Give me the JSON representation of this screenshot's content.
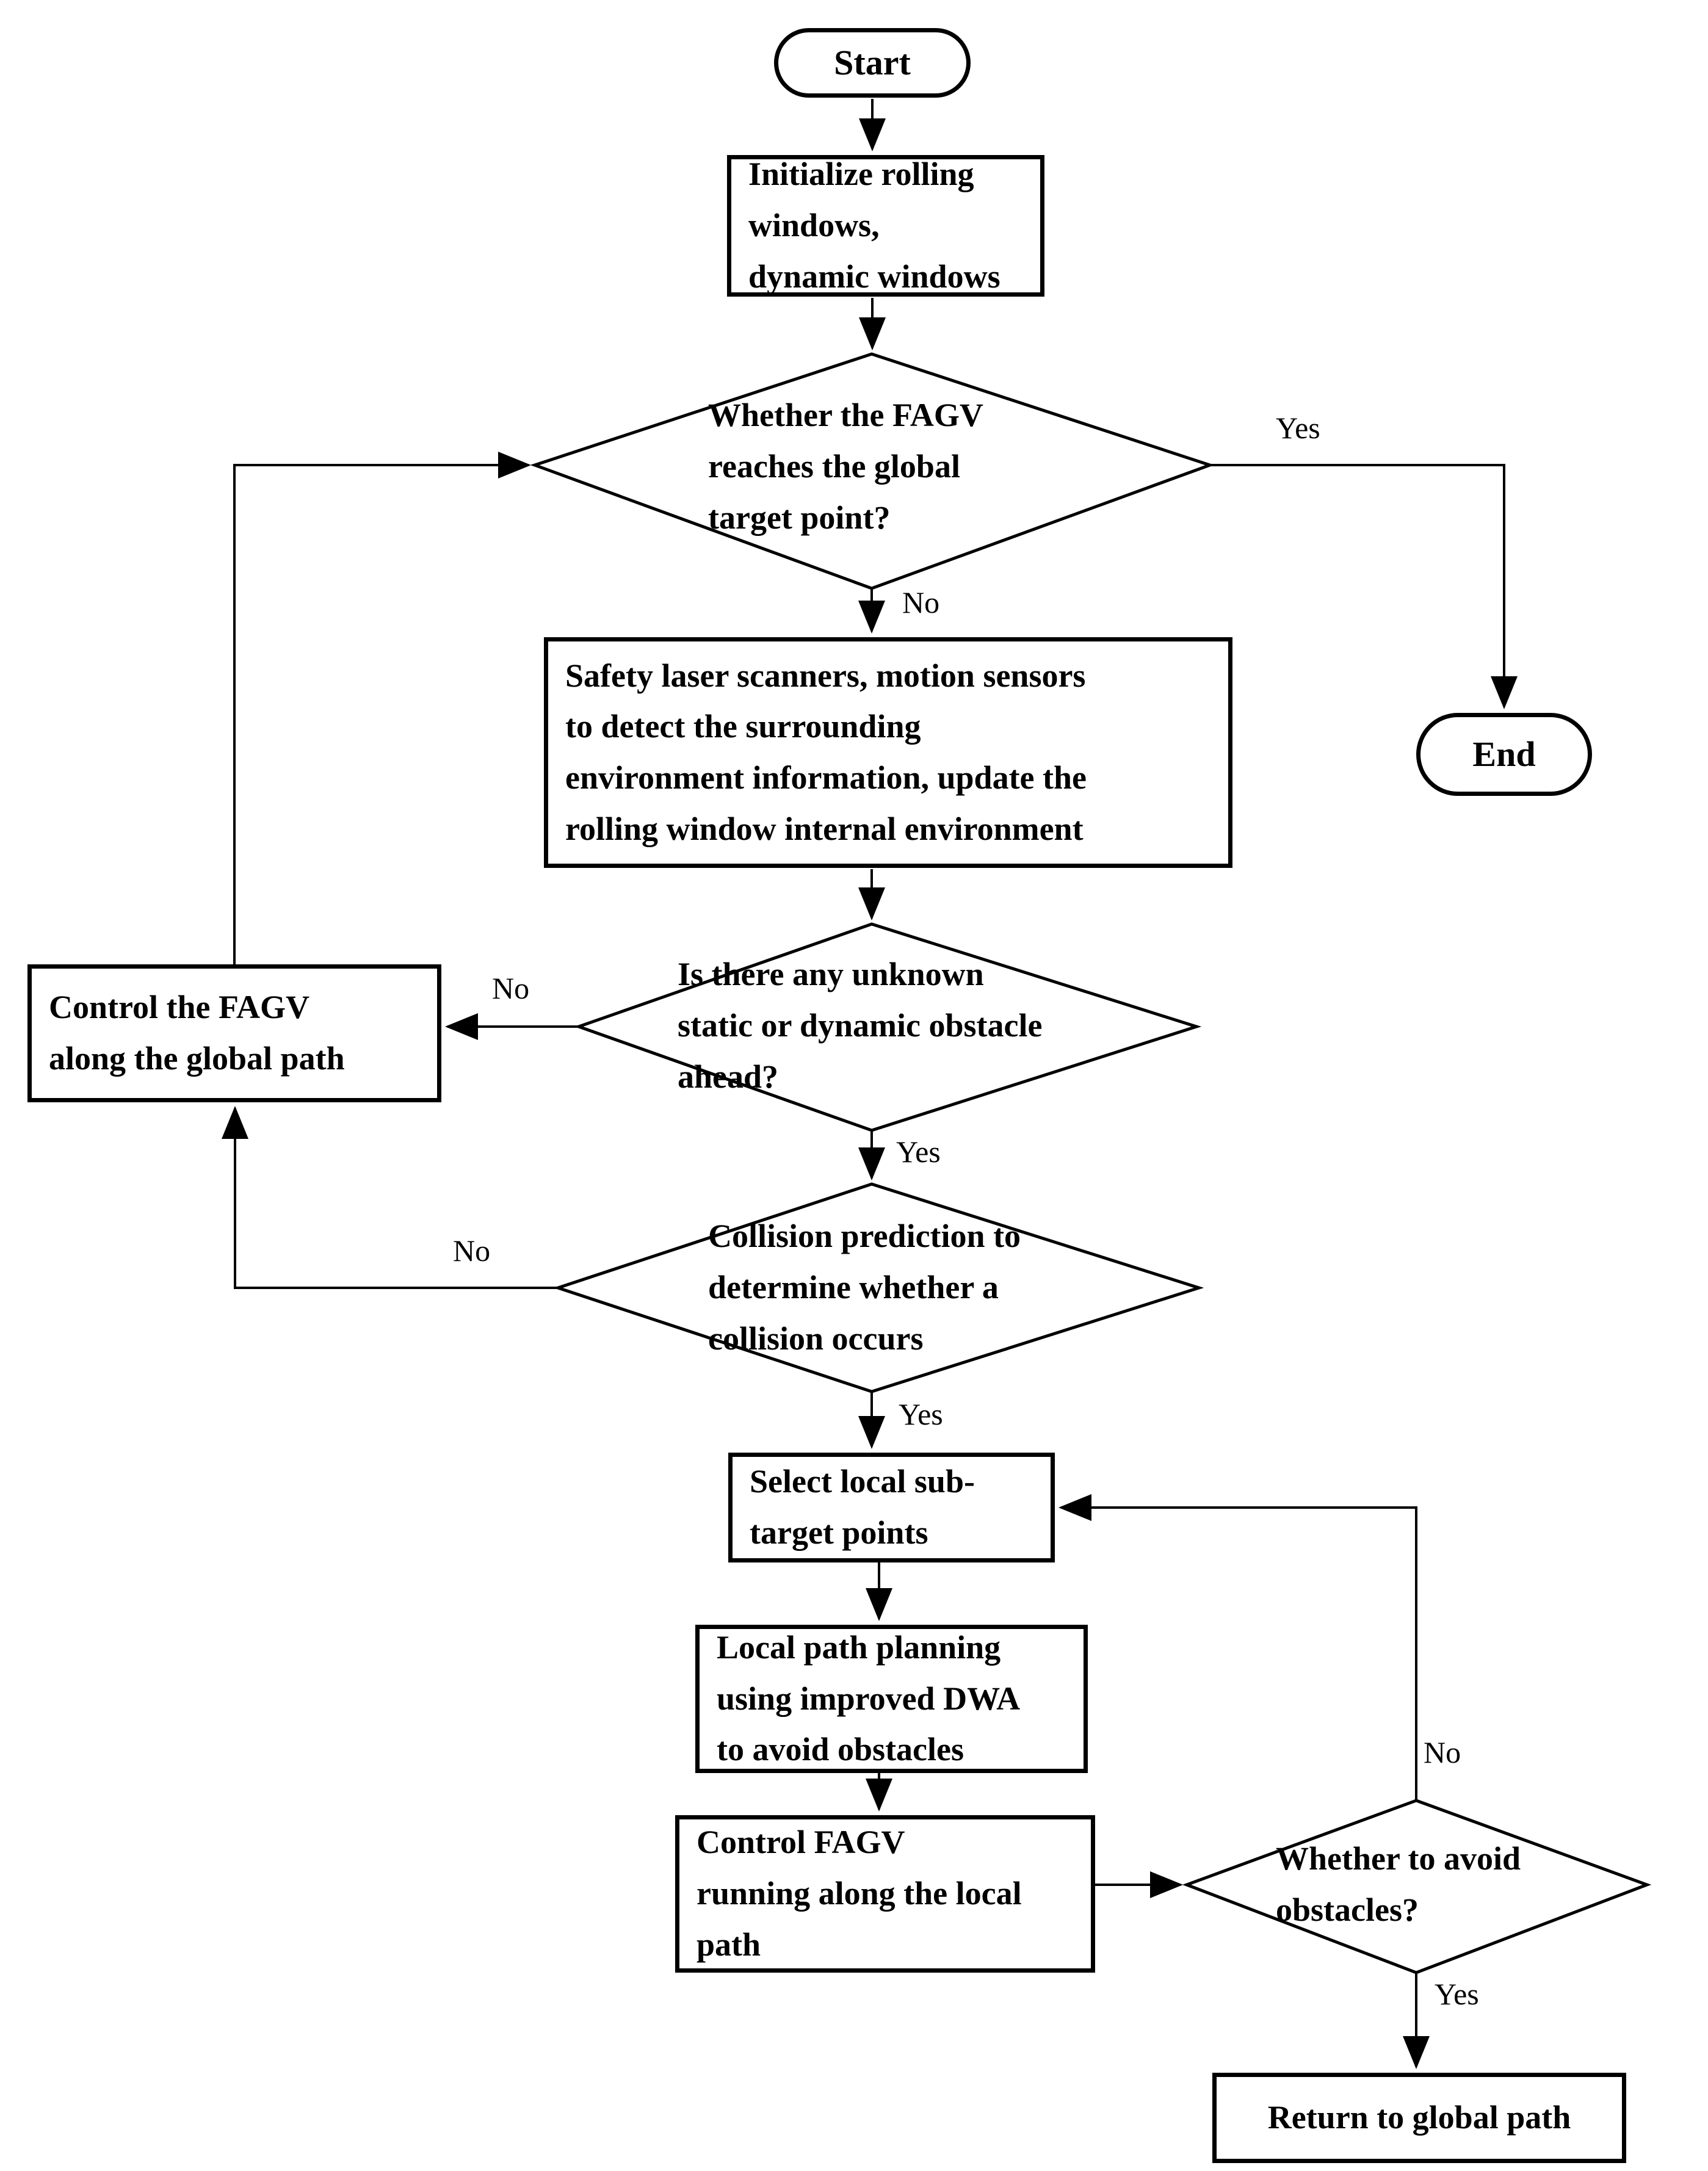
{
  "diagram": {
    "background_color": "#ffffff",
    "line_color": "#000000",
    "text_color": "#000000",
    "nodes": {
      "start": {
        "type": "terminator",
        "label": "Start"
      },
      "init": {
        "type": "process",
        "lines": [
          "Initialize rolling",
          "windows,",
          "dynamic windows"
        ]
      },
      "reach_target": {
        "type": "decision",
        "lines": [
          "Whether the FAGV",
          "reaches the global",
          "target point?"
        ]
      },
      "end": {
        "type": "terminator",
        "label": "End"
      },
      "sense": {
        "type": "process",
        "lines": [
          "Safety laser scanners, motion sensors",
          "to detect the surrounding",
          "environment information, update the",
          "rolling window internal environment"
        ]
      },
      "obstacle_ahead": {
        "type": "decision",
        "lines": [
          "Is there any unknown",
          "static or dynamic obstacle",
          "ahead?"
        ]
      },
      "control_global": {
        "type": "process",
        "lines": [
          "Control the FAGV",
          "along the global path"
        ]
      },
      "collision_predict": {
        "type": "decision",
        "lines": [
          "Collision prediction to",
          "determine whether a",
          "collision occurs"
        ]
      },
      "select_subtarget": {
        "type": "process",
        "lines": [
          "Select local sub-",
          "target points"
        ]
      },
      "local_planning": {
        "type": "process",
        "lines": [
          "Local path planning",
          "using improved DWA",
          "to avoid obstacles"
        ]
      },
      "control_local": {
        "type": "process",
        "lines": [
          "Control FAGV",
          "running along the local",
          "path"
        ]
      },
      "avoid_obstacles": {
        "type": "decision",
        "lines": [
          "Whether to avoid",
          "obstacles?"
        ]
      },
      "return_global": {
        "type": "process",
        "label": "Return to global path"
      }
    },
    "edges": [
      {
        "from": "start",
        "to": "init",
        "label": ""
      },
      {
        "from": "init",
        "to": "reach_target",
        "label": ""
      },
      {
        "from": "reach_target",
        "to": "end",
        "label": "Yes"
      },
      {
        "from": "reach_target",
        "to": "sense",
        "label": "No"
      },
      {
        "from": "sense",
        "to": "obstacle_ahead",
        "label": ""
      },
      {
        "from": "obstacle_ahead",
        "to": "control_global",
        "label": "No"
      },
      {
        "from": "obstacle_ahead",
        "to": "collision_predict",
        "label": "Yes"
      },
      {
        "from": "collision_predict",
        "to": "control_global",
        "label": "No"
      },
      {
        "from": "collision_predict",
        "to": "select_subtarget",
        "label": "Yes"
      },
      {
        "from": "control_global",
        "to": "reach_target",
        "label": ""
      },
      {
        "from": "select_subtarget",
        "to": "local_planning",
        "label": ""
      },
      {
        "from": "local_planning",
        "to": "control_local",
        "label": ""
      },
      {
        "from": "control_local",
        "to": "avoid_obstacles",
        "label": ""
      },
      {
        "from": "avoid_obstacles",
        "to": "select_subtarget",
        "label": "No"
      },
      {
        "from": "avoid_obstacles",
        "to": "return_global",
        "label": "Yes"
      }
    ]
  }
}
